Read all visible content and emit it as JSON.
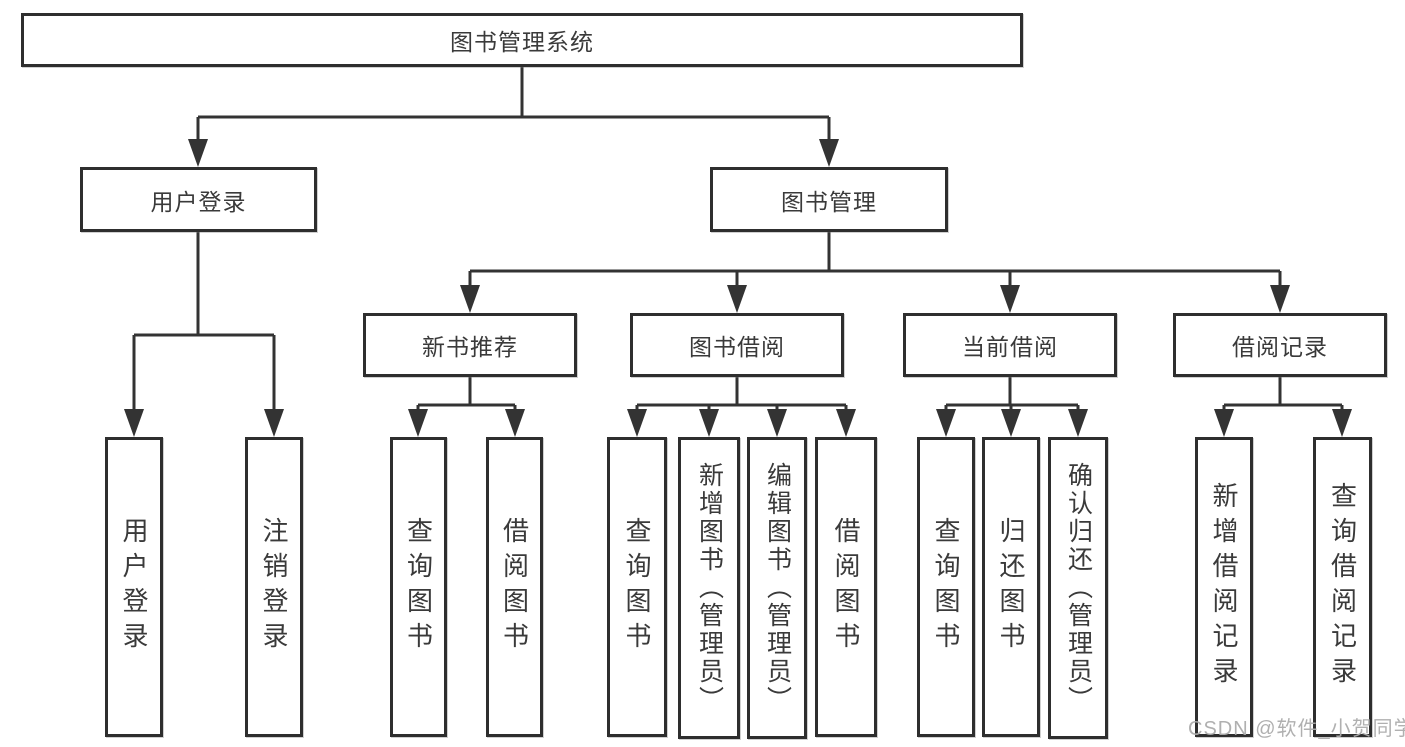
{
  "diagram": {
    "root": "图书管理系统",
    "level2": [
      "用户登录",
      "图书管理"
    ],
    "level3": [
      "新书推荐",
      "图书借阅",
      "当前借阅",
      "借阅记录"
    ],
    "leaves": {
      "user": [
        "用户登录",
        "注销登录"
      ],
      "newbook": [
        "查询图书",
        "借阅图书"
      ],
      "borrow": [
        "查询图书",
        "新增图书（管理员）",
        "编辑图书（管理员）",
        "借阅图书"
      ],
      "current": [
        "查询图书",
        "归还图书",
        "确认归还（管理员）"
      ],
      "records": [
        "新增借阅记录",
        "查询借阅记录"
      ]
    }
  },
  "watermark": "CSDN @软件_小贺同学",
  "colors": {
    "line": "#333333",
    "box_border": "#2e2e2e",
    "box_fill": "#ffffff",
    "text": "#3a3a3a",
    "watermark": "#acacac",
    "background": "#ffffff"
  }
}
